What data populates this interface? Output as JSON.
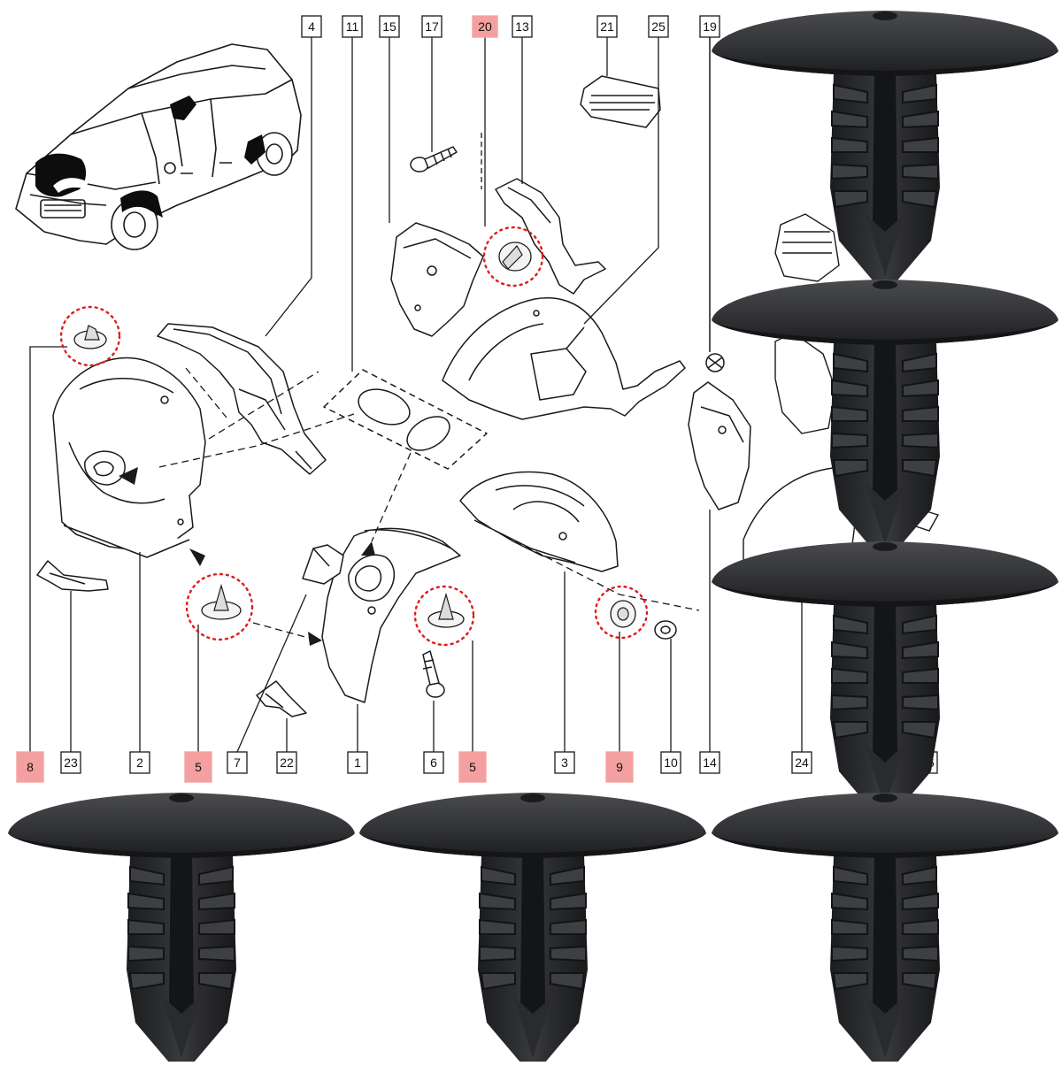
{
  "diagram": {
    "top_labels": [
      "4",
      "11",
      "15",
      "17",
      "20",
      "13",
      "21",
      "25",
      "19"
    ],
    "bottom_labels": [
      "8",
      "23",
      "2",
      "5",
      "7",
      "22",
      "1",
      "6",
      "5",
      "3",
      "9",
      "10",
      "14",
      "24",
      "26"
    ],
    "highlighted_labels": [
      "20",
      "8",
      "5",
      "9"
    ],
    "highlight_color": "#f4a0a0",
    "circle_color": "#e01b1b",
    "line_color": "#1a1a1a",
    "clip_color": "#2b2b2d"
  }
}
